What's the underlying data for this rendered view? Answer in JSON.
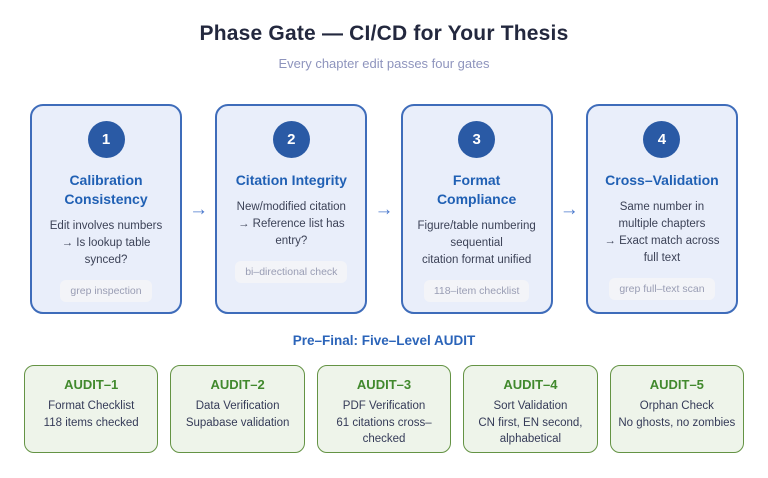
{
  "header": {
    "title": "Phase Gate — CI/CD for Your Thesis",
    "subtitle": "Every chapter edit passes four gates"
  },
  "icons": {
    "flow_arrow": "→"
  },
  "colors": {
    "gate_border": "#3e6cba",
    "gate_background": "#e9eefa",
    "gate_number_circle": "#2a5aa5",
    "gate_title_blue": "#2060b4",
    "flow_arrow_blue": "#4b79cd",
    "audit_heading_blue": "#2b64b9",
    "audit_border_green": "#649344",
    "audit_background": "#eef4ea",
    "audit_title_green": "#41892d"
  },
  "gates": [
    {
      "number": "1",
      "title_lines": [
        "Calibration",
        "Consistency"
      ],
      "body_lines": [
        "Edit involves numbers",
        "→ Is lookup table",
        "synced?"
      ],
      "badge": "grep inspection"
    },
    {
      "number": "2",
      "title_lines": [
        "Citation Integrity"
      ],
      "body_lines": [
        "New/modified citation",
        "→ Reference list has",
        "entry?"
      ],
      "badge": "bi–directional check"
    },
    {
      "number": "3",
      "title_lines": [
        "Format",
        "Compliance"
      ],
      "body_lines": [
        "Figure/table numbering",
        "sequential",
        "citation format unified"
      ],
      "badge": "118–item checklist"
    },
    {
      "number": "4",
      "title_lines": [
        "Cross–Validation"
      ],
      "body_lines": [
        "Same number in",
        "multiple chapters",
        "→ Exact match across",
        "full text"
      ],
      "badge": "grep full–text scan"
    }
  ],
  "audit": {
    "heading": "Pre–Final: Five–Level AUDIT",
    "items": [
      {
        "title": "AUDIT–1",
        "lines": [
          "Format Checklist",
          "118 items checked"
        ]
      },
      {
        "title": "AUDIT–2",
        "lines": [
          "Data Verification",
          "Supabase validation"
        ]
      },
      {
        "title": "AUDIT–3",
        "lines": [
          "PDF Verification",
          "61 citations cross–",
          "checked"
        ]
      },
      {
        "title": "AUDIT–4",
        "lines": [
          "Sort Validation",
          "CN first, EN second,",
          "alphabetical"
        ]
      },
      {
        "title": "AUDIT–5",
        "lines": [
          "Orphan Check",
          "No ghosts, no zombies"
        ]
      }
    ]
  }
}
